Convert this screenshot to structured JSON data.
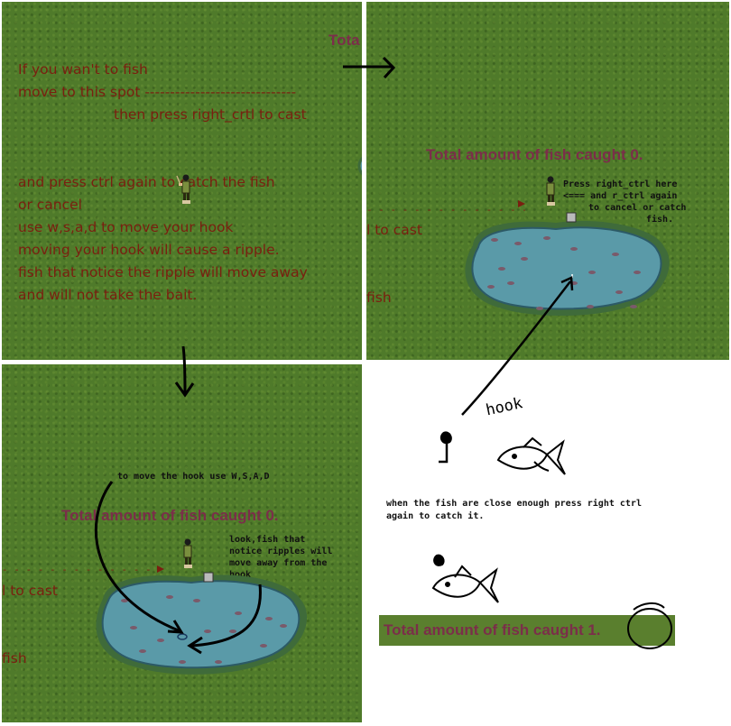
{
  "panel1": {
    "total_partial": "Tota",
    "instructions": [
      "If you wan't to fish",
      " move to this spot ------------------------------",
      "then press right_crtl to cast",
      "and press ctrl again to catch the fish",
      "or cancel",
      "use w,s,a,d to move your hook",
      "moving your hook will cause a ripple.",
      "fish that notice the ripple will move away",
      "and will not take the bait."
    ]
  },
  "panel2": {
    "total": "Total amount  of fish caught 0.",
    "cut_text_cast": "l to cast",
    "cut_text_fish": "fish",
    "note_lines": [
      "Press right_ctrl here",
      "<===    and r_ctrl again",
      "to cancel or catch",
      "fish."
    ],
    "hook_label": "hook"
  },
  "panel3": {
    "hint_top": "to move the hook use W,S,A,D",
    "total": "Total amount  of fish caught 0.",
    "note_lines": [
      "look,fish that",
      "notice ripples will",
      "move away from the",
      "hook"
    ],
    "cut_text_cast": "l to cast",
    "cut_text_fish": "fish"
  },
  "panel4": {
    "catch_lines": [
      "when the fish are close enough press right ctrl",
      "again to catch it."
    ],
    "total": "Total amount  of fish caught 1."
  },
  "colors": {
    "grass": "#4f7a2a",
    "instruction_text": "#7a1f10",
    "total_text": "#7b2e4a",
    "pond_water": "#5a9aa8"
  }
}
